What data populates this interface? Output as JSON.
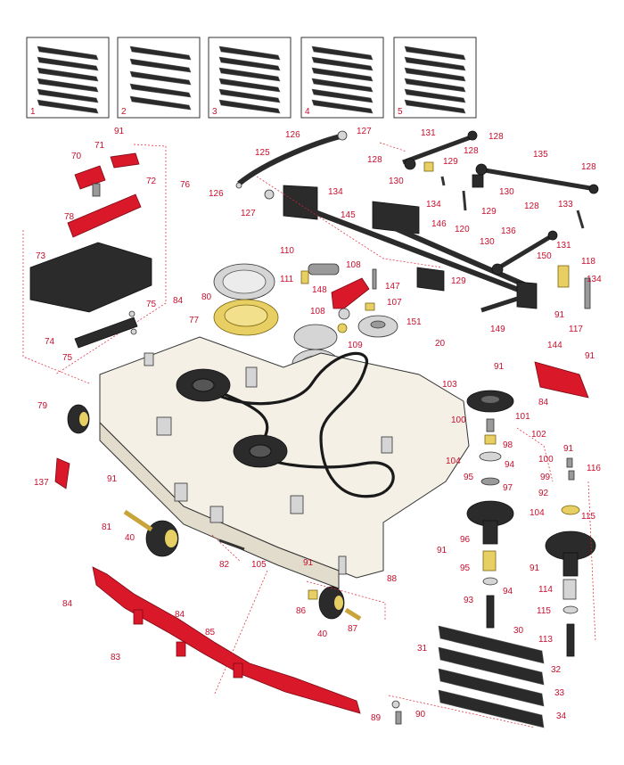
{
  "kit_labels": [
    "1",
    "2",
    "3",
    "4",
    "5"
  ],
  "callouts": [
    "91",
    "71",
    "70",
    "72",
    "76",
    "78",
    "73",
    "75",
    "74",
    "75",
    "126",
    "127",
    "125",
    "126",
    "127",
    "134",
    "145",
    "146",
    "131",
    "128",
    "128",
    "129",
    "130",
    "129",
    "130",
    "128",
    "135",
    "128",
    "134",
    "120",
    "133",
    "136",
    "130",
    "131",
    "128",
    "129",
    "118",
    "150",
    "134",
    "149",
    "91",
    "117",
    "110",
    "111",
    "108",
    "148",
    "147",
    "108",
    "107",
    "109",
    "151",
    "20",
    "80",
    "84",
    "77",
    "79",
    "91",
    "103",
    "101",
    "100",
    "102",
    "98",
    "94",
    "95",
    "97",
    "104",
    "96",
    "91",
    "95",
    "94",
    "93",
    "91",
    "116",
    "100",
    "99",
    "92",
    "104",
    "115",
    "91",
    "114",
    "115",
    "113",
    "144",
    "91",
    "84",
    "137",
    "91",
    "81",
    "40",
    "82",
    "105",
    "91",
    "88",
    "86",
    "40",
    "87",
    "84",
    "84",
    "83",
    "85",
    "31",
    "30",
    "32",
    "33",
    "34",
    "89",
    "90"
  ],
  "colors": {
    "accent": "#c8102e",
    "part_red": "#d9182a",
    "deck": "#f4f0e6"
  }
}
